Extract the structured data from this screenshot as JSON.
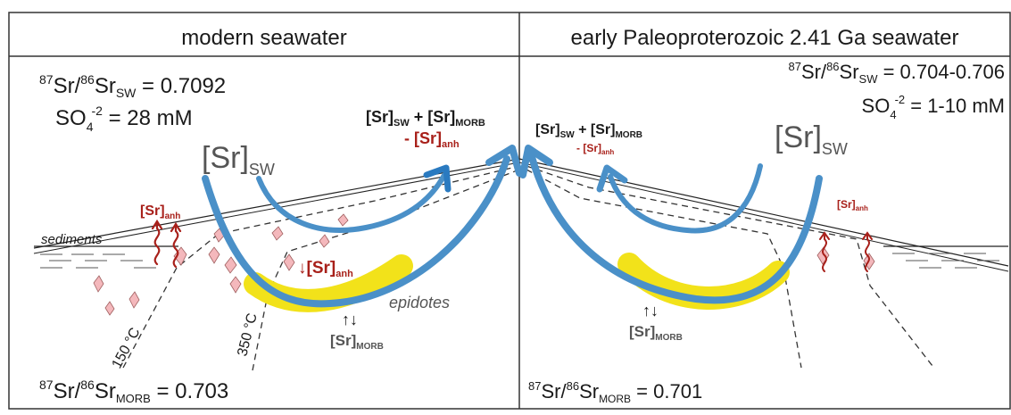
{
  "panels": {
    "left": {
      "title": "modern seawater",
      "sr_sw": {
        "pre": "87",
        "a": "Sr/",
        "b": "86",
        "c": "Sr",
        "sub": "SW",
        "value": " = 0.7092"
      },
      "so4": {
        "base": "SO",
        "sub": "4",
        "sup": "-2",
        "value": " = 28 mM"
      },
      "sr_morb": {
        "pre": "87",
        "a": "Sr/",
        "b": "86",
        "c": "Sr",
        "sub": "MORB",
        "value": " = 0.703"
      },
      "flux_top": {
        "sw": "[Sr]",
        "sw_sub": "SW",
        "plus": " + ",
        "morb": "[Sr]",
        "morb_sub": "MORB",
        "minus": "- [Sr]",
        "anh_sub": "anh"
      },
      "big_sr": {
        "base": "[Sr]",
        "sub": "SW"
      },
      "anh_left": {
        "base": "[Sr]",
        "sub": "anh"
      },
      "anh_center": {
        "arrow": "↓",
        "base": "[Sr]",
        "sub": "anh"
      },
      "morb_bottom": {
        "arrows": "↑↓",
        "base": "[Sr]",
        "sub": "MORB"
      },
      "sediments": "sediments",
      "epidotes": "epidotes",
      "iso150": "150 °C",
      "iso350": "350 °C"
    },
    "right": {
      "title": "early Paleoproterozoic 2.41 Ga seawater",
      "sr_sw": {
        "pre": "87",
        "a": "Sr/",
        "b": "86",
        "c": "Sr",
        "sub": "SW",
        "value": " = 0.704-0.706"
      },
      "so4": {
        "base": "SO",
        "sub": "4",
        "sup": "-2",
        "value": " = 1-10 mM"
      },
      "sr_morb": {
        "pre": "87",
        "a": "Sr/",
        "b": "86",
        "c": "Sr",
        "sub": "MORB",
        "value": " = 0.701"
      },
      "flux_top": {
        "sw": "[Sr]",
        "sw_sub": "SW",
        "plus": " + ",
        "morb": "[Sr]",
        "morb_sub": "MORB",
        "minus": "- [Sr]",
        "anh_sub": "anh"
      },
      "big_sr": {
        "base": "[Sr]",
        "sub": "SW"
      },
      "anh_right": {
        "base": "[Sr]",
        "sub": "anh"
      },
      "morb_bottom": {
        "arrows": "↑↓",
        "base": "[Sr]",
        "sub": "MORB"
      }
    }
  },
  "colors": {
    "flow_blue": "#4a90c8",
    "flow_blue_light": "#6fb4e6",
    "epidote_yellow": "#f2e21a",
    "anhydrite_red": "#a8201a",
    "crystal_pink": "#f4b8bc",
    "frame": "#333333"
  }
}
